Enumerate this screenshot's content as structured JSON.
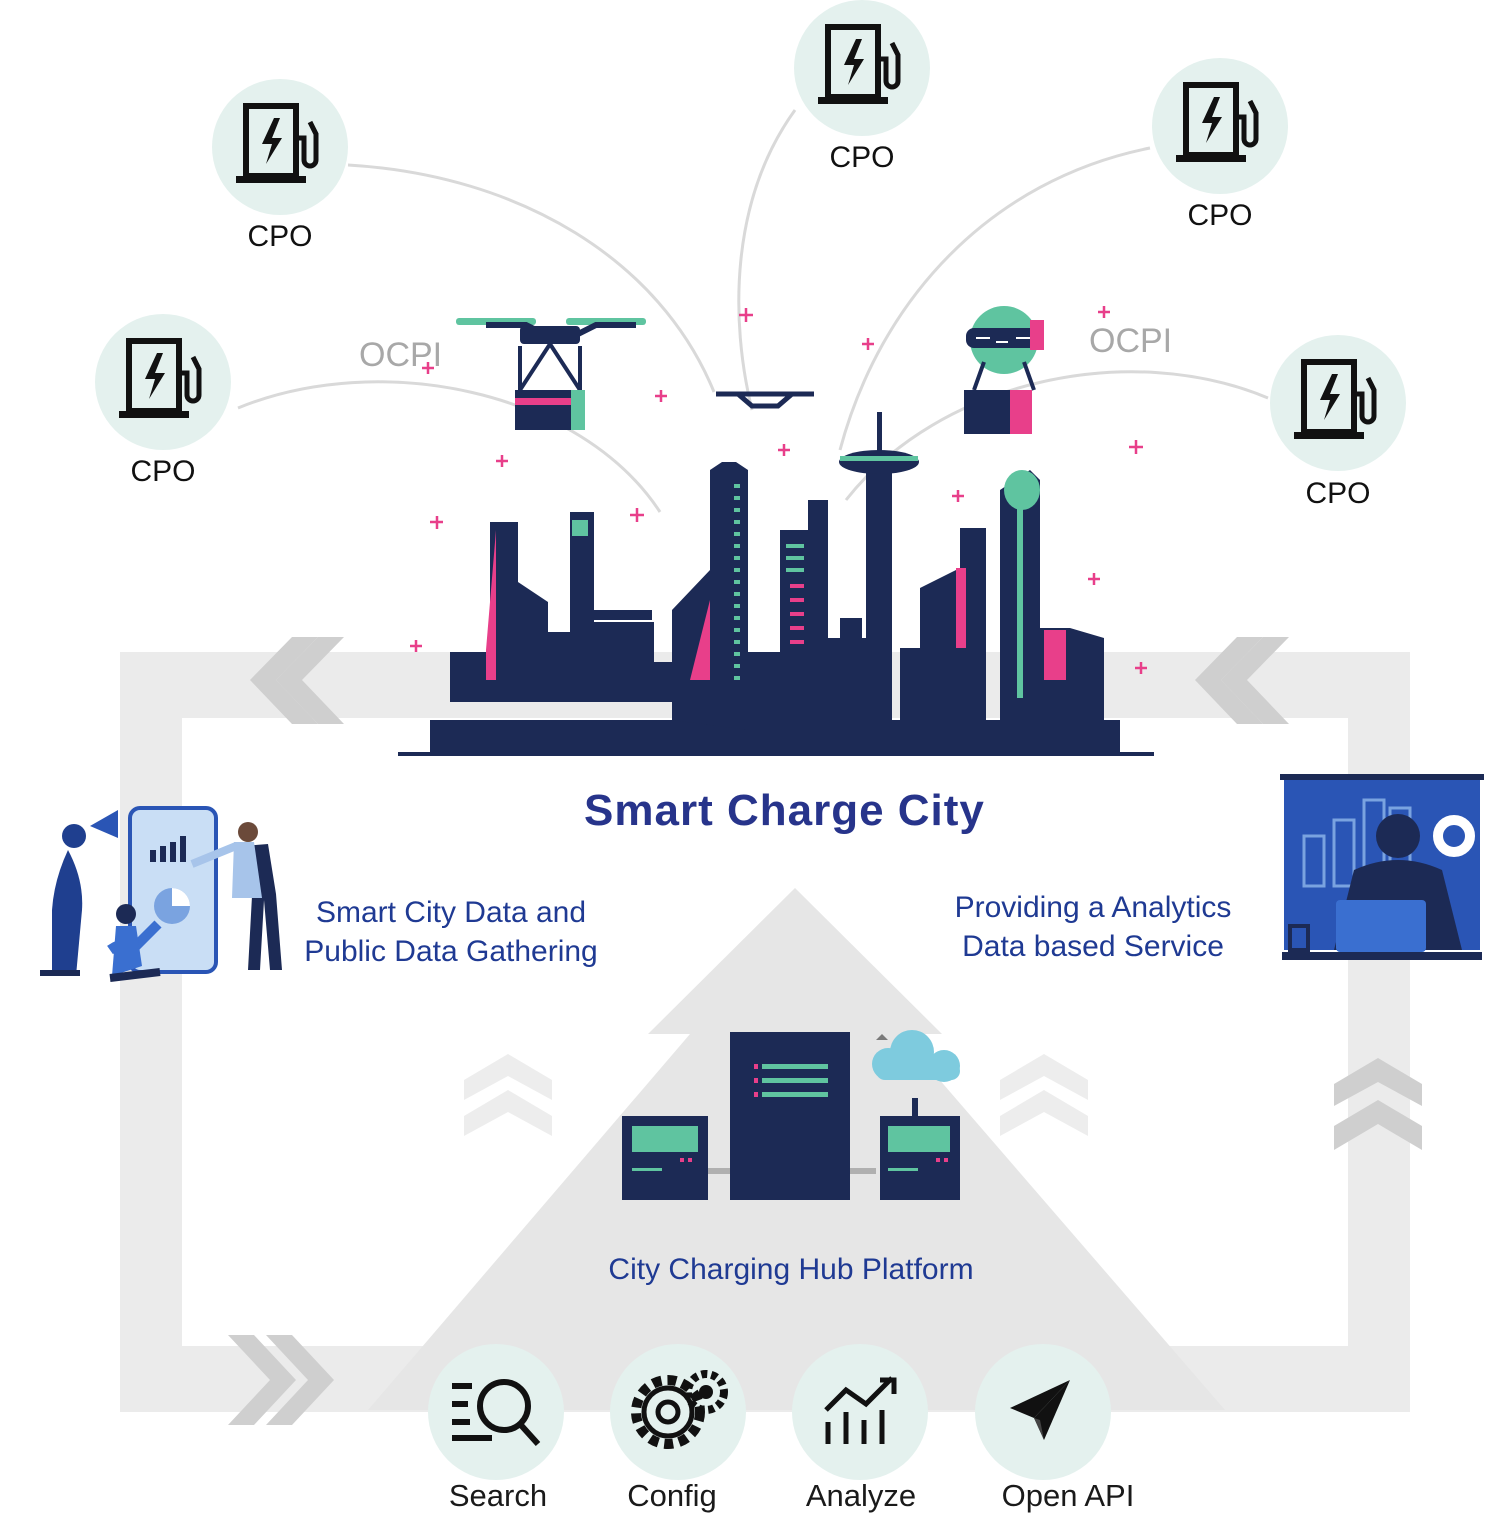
{
  "cpo": [
    {
      "label": "CPO"
    },
    {
      "label": "CPO"
    },
    {
      "label": "CPO"
    },
    {
      "label": "CPO"
    },
    {
      "label": "CPO"
    }
  ],
  "protocol": {
    "left": "OCPI",
    "right": "OCPI"
  },
  "title": "Smart Charge City",
  "left_caption": {
    "line1": "Smart City Data and",
    "line2": "Public Data Gathering"
  },
  "right_caption": {
    "line1": "Providing a Analytics",
    "line2": "Data based Service"
  },
  "platform": "City Charging Hub Platform",
  "tools": [
    {
      "label": "Search",
      "icon": "search-icon"
    },
    {
      "label": "Config",
      "icon": "gear-icon"
    },
    {
      "label": "Analyze",
      "icon": "chart-icon"
    },
    {
      "label": "Open API",
      "icon": "paper-plane-icon"
    }
  ],
  "colors": {
    "navy": "#1c2a55",
    "pink": "#e83f8a",
    "teal": "#5fc4a0",
    "mint_circle": "#e4f1ee",
    "arrow_gray": "#d4d4d4",
    "title_blue": "#27348b",
    "caption_blue": "#1f3a93"
  }
}
